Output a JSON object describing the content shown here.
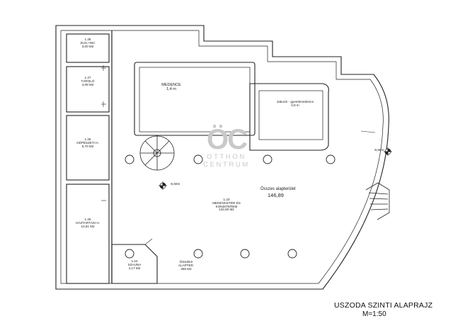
{
  "watermark": {
    "logo": "ÖC",
    "line1": "OTTHON",
    "line2": "CENTRUM"
  },
  "rooms": {
    "wc": {
      "number": "1.28",
      "name": "ZUH.+WC",
      "area": "3,00 M2"
    },
    "storage": {
      "number": "1.27",
      "name": "TÁROLÓ",
      "area": "4,08 M2"
    },
    "machine": {
      "number": "1.26",
      "name": "GÉPÉSZETI H.",
      "area": "6,70 M2"
    },
    "household": {
      "number": "1.25",
      "name": "HÁZTARTÁSI H.",
      "area": "10,61 M2"
    },
    "sauna": {
      "number": "1.24",
      "name": "SZAUNA",
      "area": "4,17 M2"
    },
    "pool_room": {
      "number": "1.23",
      "name": "MEDENCETÉR ÉS KONDITEREM",
      "area": "122,60 M2"
    },
    "total_area": {
      "name": "ÖSSZES ALAPTER.",
      "area": "366 M2"
    }
  },
  "pool": {
    "name": "MEDENCE",
    "depth": "1,4 m"
  },
  "jacuzzi": {
    "name": "Jakuzzi - gyerekmedence",
    "depth": "0,8 m"
  },
  "levels": {
    "level_a": "-6,60m",
    "level_b": "-6,60m"
  },
  "summary": {
    "label": "Összes alapterület",
    "value": "146,89"
  },
  "drawing_title": "USZODA SZINTI ALAPRAJZ",
  "scale": "M=1:50"
}
